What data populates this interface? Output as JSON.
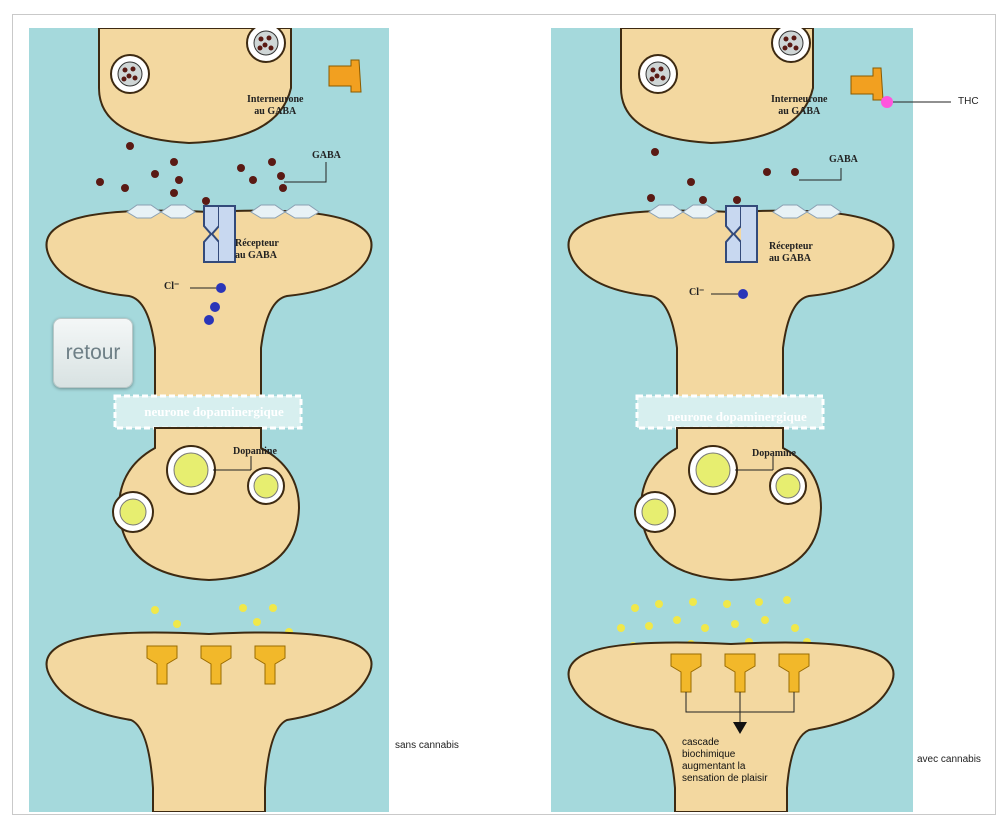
{
  "retour_label": "retour",
  "labels": {
    "interneurone": [
      "Interneurone",
      "au GABA"
    ],
    "gaba": "GABA",
    "recepteur": [
      "Récepteur",
      "au GABA"
    ],
    "chlore": "Cl⁻",
    "neurone": "neurone dopaminergique",
    "dopamine": "Dopamine"
  },
  "left_caption": "sans cannabis",
  "right_caption": "avec cannabis",
  "thc_label": "THC",
  "cascade_lines": [
    "cascade",
    "biochimique",
    "augmentant la",
    "sensation de plaisir"
  ],
  "colors": {
    "background": "#a5d9dc",
    "neuron": "#f3d8a0",
    "neuron_outline": "#3d2a12",
    "gaba": "#5a1a14",
    "chloride": "#2a35b8",
    "dopamine": "#f0e84a",
    "receptor": "#f2b82a",
    "thc": "#ff55dd"
  }
}
